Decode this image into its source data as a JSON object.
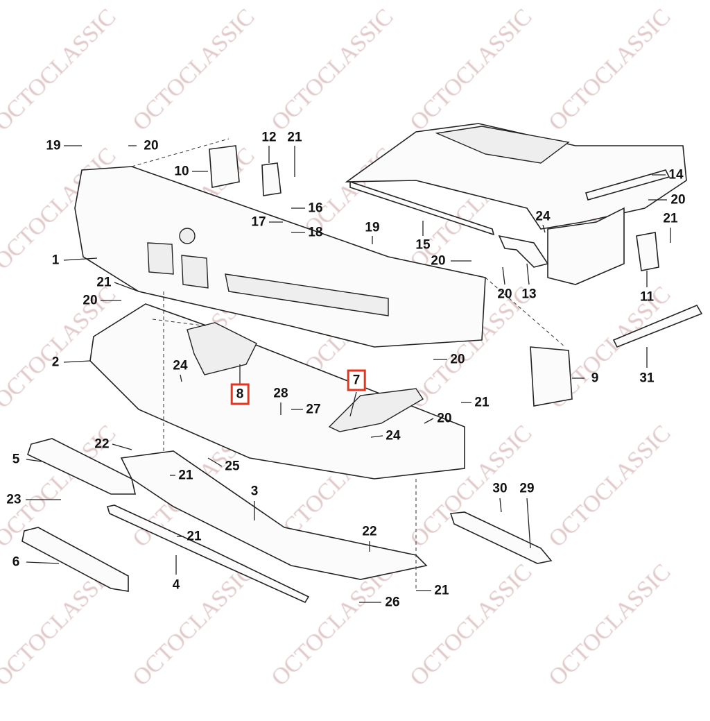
{
  "diagram": {
    "watermark": "OCTOCLASSIC",
    "highlight_color": "#e8321e",
    "labels": [
      {
        "text": "19"
      },
      {
        "text": "20"
      },
      {
        "text": "10"
      },
      {
        "text": "12"
      },
      {
        "text": "21"
      },
      {
        "text": "16"
      },
      {
        "text": "17"
      },
      {
        "text": "18"
      },
      {
        "text": "19"
      },
      {
        "text": "15"
      },
      {
        "text": "14"
      },
      {
        "text": "20"
      },
      {
        "text": "24"
      },
      {
        "text": "21"
      },
      {
        "text": "20"
      },
      {
        "text": "20"
      },
      {
        "text": "13"
      },
      {
        "text": "11"
      },
      {
        "text": "1"
      },
      {
        "text": "21"
      },
      {
        "text": "20"
      },
      {
        "text": "2"
      },
      {
        "text": "24"
      },
      {
        "text": "8",
        "highlighted": true
      },
      {
        "text": "7",
        "highlighted": true
      },
      {
        "text": "20"
      },
      {
        "text": "9"
      },
      {
        "text": "31"
      },
      {
        "text": "28"
      },
      {
        "text": "27"
      },
      {
        "text": "21"
      },
      {
        "text": "20"
      },
      {
        "text": "24"
      },
      {
        "text": "22"
      },
      {
        "text": "25"
      },
      {
        "text": "21"
      },
      {
        "text": "5"
      },
      {
        "text": "23"
      },
      {
        "text": "3"
      },
      {
        "text": "30"
      },
      {
        "text": "29"
      },
      {
        "text": "21"
      },
      {
        "text": "22"
      },
      {
        "text": "6"
      },
      {
        "text": "4"
      },
      {
        "text": "21"
      },
      {
        "text": "26"
      }
    ]
  }
}
